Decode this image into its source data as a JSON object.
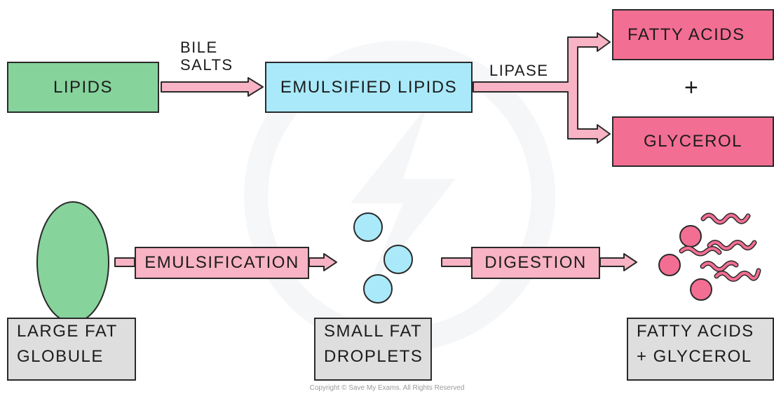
{
  "reaction": {
    "lipids": "LIPIDS",
    "bile_salts_line1": "BILE",
    "bile_salts_line2": "SALTS",
    "emulsified_lipids": "EMULSIFIED LIPIDS",
    "lipase": "LIPASE",
    "fatty_acids": "FATTY ACIDS",
    "plus": "+",
    "glycerol": "GLYCEROL"
  },
  "process": {
    "emulsification": "EMULSIFICATION",
    "digestion": "DIGESTION"
  },
  "labels": {
    "large_fat_line1": "LARGE FAT",
    "large_fat_line2": "GLOBULE",
    "small_fat_line1": "SMALL FAT",
    "small_fat_line2": "DROPLETS",
    "products_line1": "FATTY ACIDS",
    "products_line2": "+ GLYCEROL"
  },
  "footer": {
    "copyright": "Copyright © Save My Exams. All Rights Reserved"
  },
  "colors": {
    "lipids_green": "#86d39c",
    "emulsified_blue": "#a9e9fa",
    "product_pink": "#f36e93",
    "arrow_pink": "#f8b3c4",
    "label_grey": "#dededf"
  }
}
